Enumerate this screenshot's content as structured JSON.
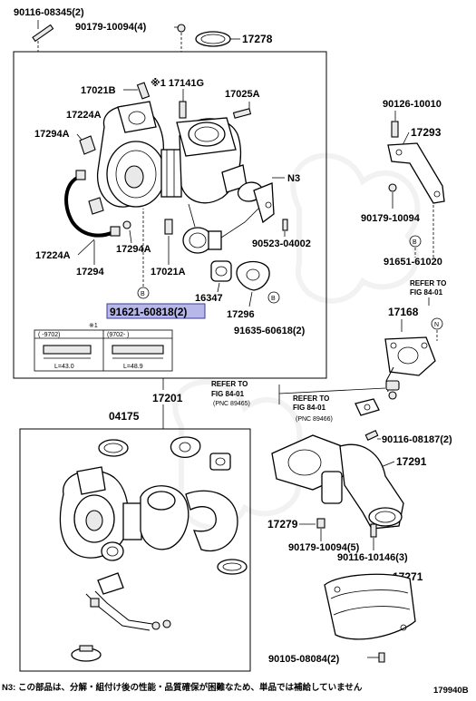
{
  "labels": {
    "p90116_08345": "90116-08345(2)",
    "p90179_10094_4": "90179-10094(4)",
    "p17278": "17278",
    "p17021B": "17021B",
    "p17141G": "※1 17141G",
    "p17025A": "17025A",
    "p17224A_top": "17224A",
    "p17294A_left": "17294A",
    "n3": "N3",
    "p17224A_bottom": "17224A",
    "p17294A_mid": "17294A",
    "p17294": "17294",
    "p17021A": "17021A",
    "p90523_04002": "90523-04002",
    "p16347": "16347",
    "p17296": "17296",
    "p90635_60618": "91635-60618(2)",
    "p91621_60818": "91621-60818(2)",
    "p90126_10010": "90126-10010",
    "p17293": "17293",
    "p90179_10094_right": "90179-10094",
    "p91651_61020": "91651-61020",
    "refer_fig_right_1": "REFER TO",
    "refer_fig_right_2": "FIG 84-01",
    "p17168": "17168",
    "refer_a_1": "REFER TO",
    "refer_a_2": "FIG 84-01",
    "refer_a_3": "(PNC 89465)",
    "refer_b_1": "REFER TO",
    "refer_b_2": "FIG 84-01",
    "refer_b_3": "(PNC 89466)",
    "p17201": "17201",
    "p04175": "04175",
    "p90116_08187": "90116-08187(2)",
    "p17291": "17291",
    "p17279": "17279",
    "p90179_10094_5": "90179-10094(5)",
    "p90116_10146": "90116-10146(3)",
    "p17271": "17271",
    "p90105_08084": "90105-08084(2)",
    "callout_B": "B",
    "callout_N": "N",
    "note_mark": "※1",
    "note_col1": "(  -9702)",
    "note_col2": "(9702-  )",
    "note_len1": "L=43.0",
    "note_len2": "L=48.9",
    "footnote": "N3: この部品は、分解・組付け後の性能・品質確保が困難なため、単品では補給していません",
    "diagram_id": "179940B"
  }
}
